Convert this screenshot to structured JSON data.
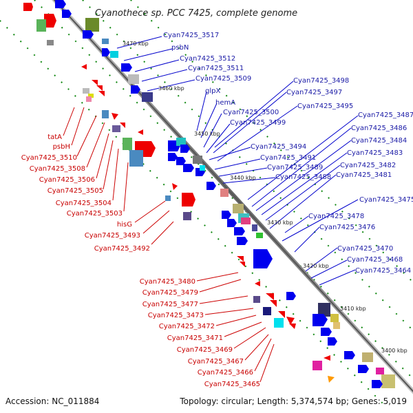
{
  "title": "Cyanothece sp. PCC 7425, complete genome",
  "accession": "Accession: NC_011884",
  "summary": "Topology: circular; Length: 5,374,574 bp; Genes: 5,019",
  "scale_marks": [
    "3470 kbp",
    "3460 kbp",
    "3450 kbp",
    "3440 kbp",
    "3430 kbp",
    "3420 kbp",
    "3410 kbp",
    "3400 kbp"
  ],
  "labels_right": [
    "Cyan7425_3517",
    "psbN",
    "Cyan7425_3512",
    "Cyan7425_3511",
    "Cyan7425_3509",
    "glpX",
    "hemA",
    "Cyan7425_3500",
    "Cyan7425_3499",
    "Cyan7425_3494",
    "Cyan7425_3491",
    "Cyan7425_3489",
    "Cyan7425_3488",
    "Cyan7425_3498",
    "Cyan7425_3497",
    "Cyan7425_3495",
    "Cyan7425_3487",
    "Cyan7425_3486",
    "Cyan7425_3484",
    "Cyan7425_3483",
    "Cyan7425_3482",
    "Cyan7425_3481",
    "Cyan7425_3475",
    "Cyan7425_3478",
    "Cyan7425_3476",
    "Cyan7425_3470",
    "Cyan7425_3468",
    "Cyan7425_3464"
  ],
  "labels_left": [
    "tatA",
    "psbH",
    "Cyan7425_3510",
    "Cyan7425_3508",
    "Cyan7425_3506",
    "Cyan7425_3505",
    "Cyan7425_3504",
    "Cyan7425_3503",
    "hisG",
    "Cyan7425_3493",
    "Cyan7425_3492",
    "Cyan7425_3480",
    "Cyan7425_3479",
    "Cyan7425_3477",
    "Cyan7425_3473",
    "Cyan7425_3472",
    "Cyan7425_3471",
    "Cyan7425_3469",
    "Cyan7425_3467",
    "Cyan7425_3466",
    "Cyan7425_3465"
  ],
  "colors": {
    "forward": "#0000ee",
    "reverse": "#ee0000",
    "axis": "#888888",
    "tick": "#118811"
  }
}
